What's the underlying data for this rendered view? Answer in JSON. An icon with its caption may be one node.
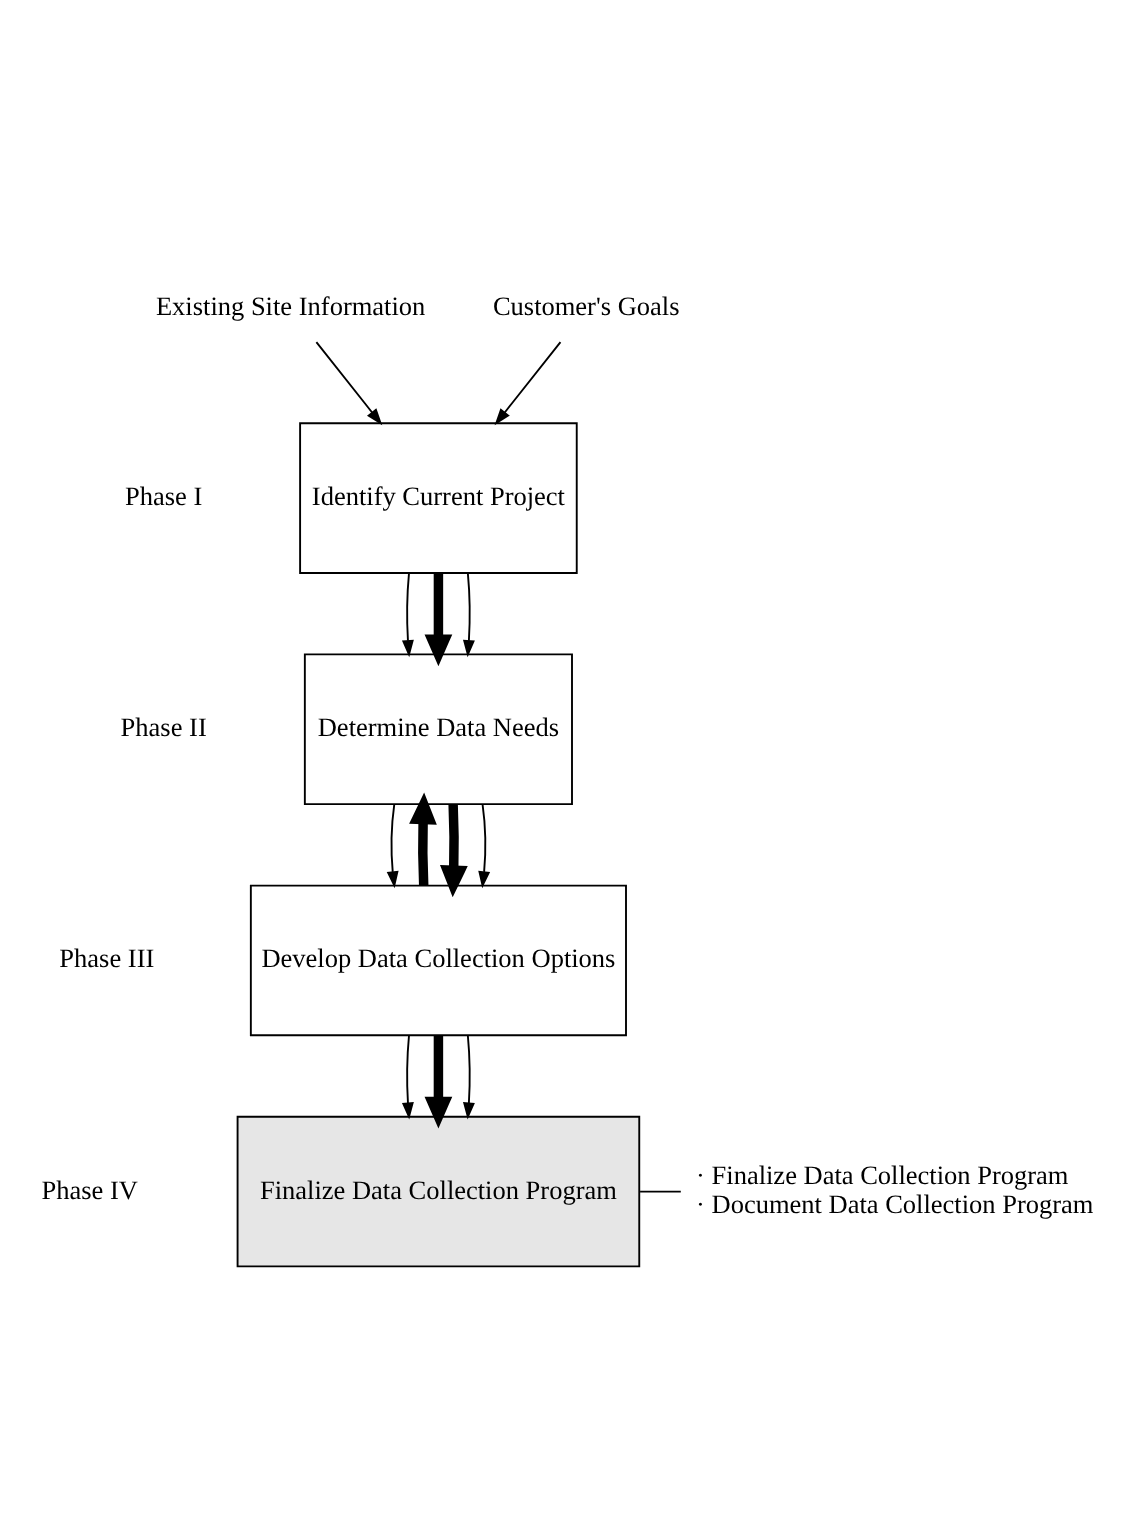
{
  "diagram": {
    "nodes": [
      {
        "text": [
          "Existing Site Information"
        ]
      },
      {
        "text": [
          "Customer's Goals"
        ]
      },
      {
        "text": [
          "Identify Current Project"
        ],
        "beside": [
          "Phase I"
        ]
      },
      {
        "text": [
          "Determine Data Needs"
        ],
        "beside": [
          "Phase II"
        ]
      },
      {
        "text": [
          "Develop Data Collection Options"
        ],
        "beside": [
          "Phase III"
        ]
      },
      {
        "text": [
          "Finalize Data Collection Program"
        ],
        "beside": [
          "Phase IV"
        ]
      },
      {
        "text": [
          "· Finalize Data Collection Program",
          "· Document Data Collection Program"
        ]
      }
    ],
    "edges": [
      {
        "from": 0,
        "to": 2,
        "arrow": "to"
      },
      {
        "from": 1,
        "to": 2,
        "arrow": "to"
      },
      {
        "from": 2,
        "to": 3,
        "arrow": "to"
      },
      {
        "from": 2,
        "to": 3,
        "arrow": "to",
        "style": "thick"
      },
      {
        "from": 2,
        "to": 3,
        "arrow": "to"
      },
      {
        "from": 3,
        "to": 4,
        "arrow": "to"
      },
      {
        "from": 4,
        "to": 3,
        "arrow": "to",
        "style": "thick"
      },
      {
        "from": 3,
        "to": 4,
        "arrow": "to",
        "style": "thick"
      },
      {
        "from": 3,
        "to": 4,
        "arrow": "to"
      },
      {
        "from": 4,
        "to": 5,
        "arrow": "to"
      },
      {
        "from": 4,
        "to": 5,
        "arrow": "to",
        "style": "thick"
      },
      {
        "from": 4,
        "to": 5,
        "arrow": "to"
      },
      {
        "from": 5,
        "to": 6,
        "arrow": "none"
      }
    ]
  }
}
